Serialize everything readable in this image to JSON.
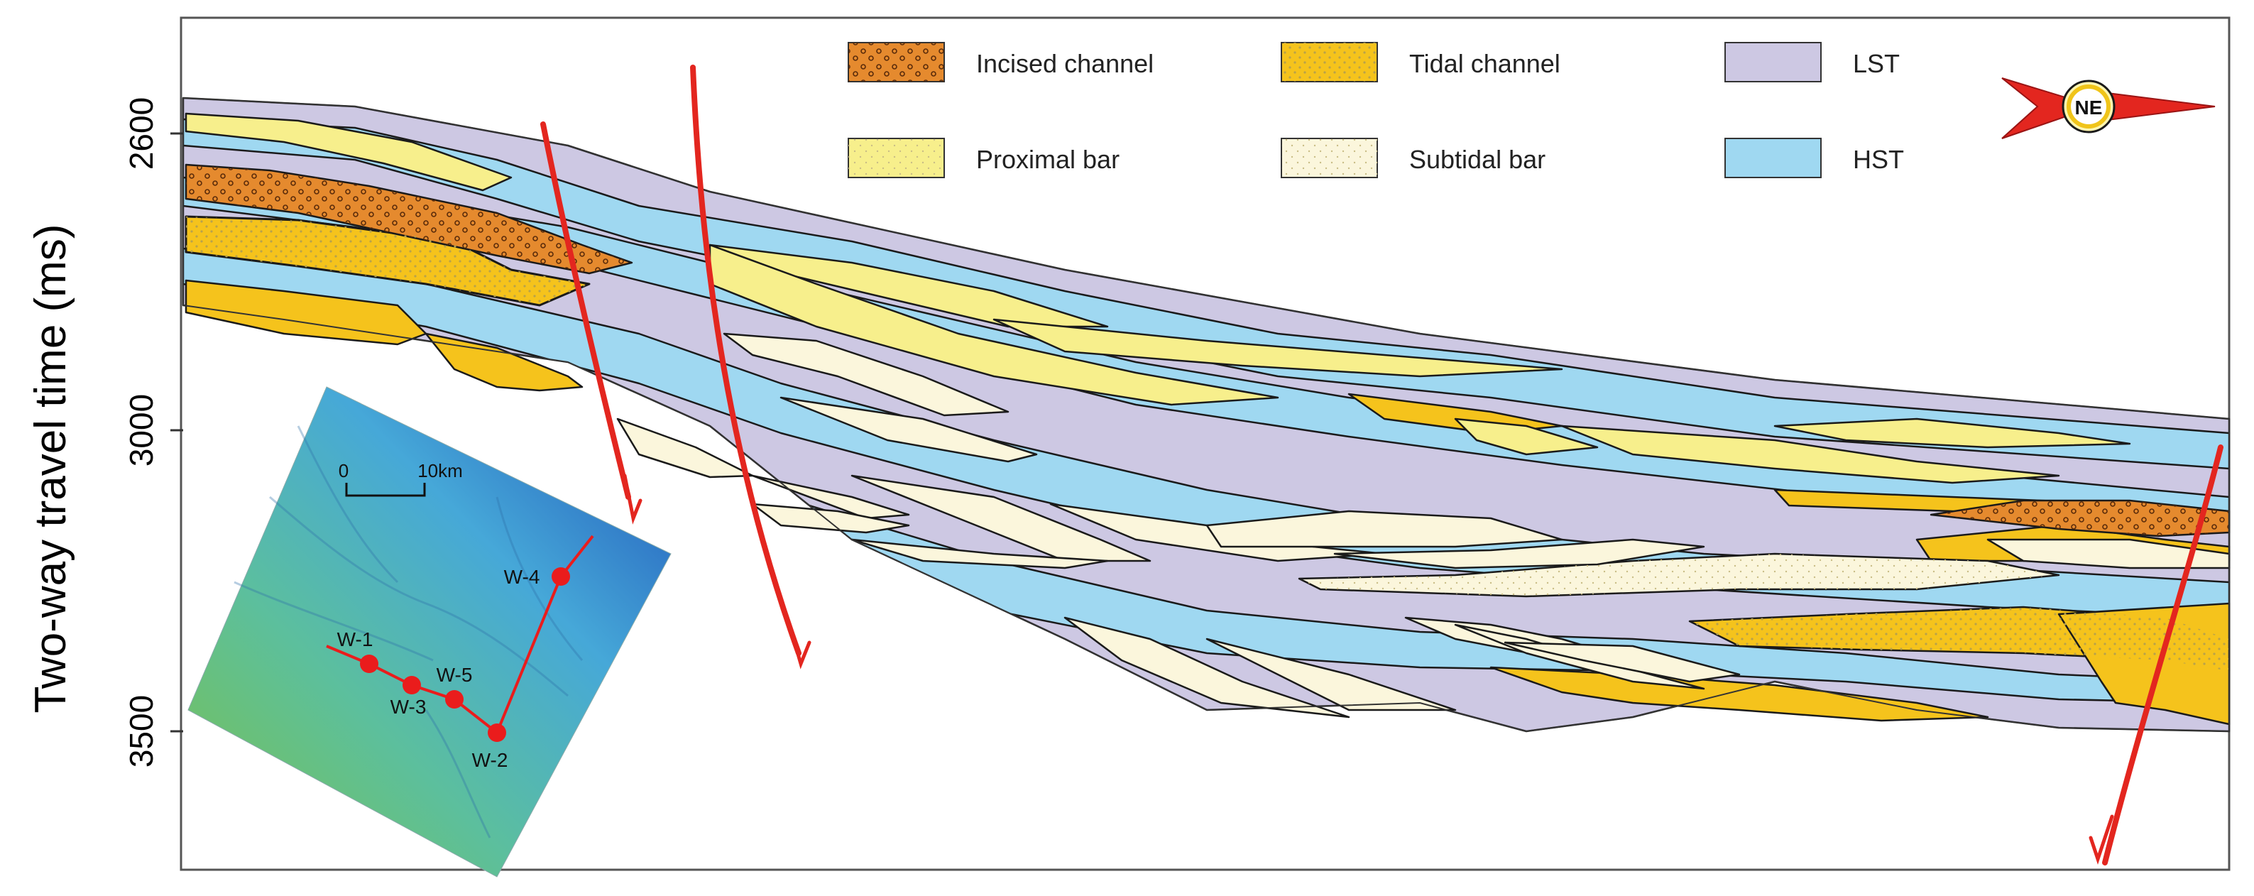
{
  "axis": {
    "ylabel": "Two-way travel time (ms)",
    "ticks": [
      "2600",
      "3000",
      "3500"
    ]
  },
  "legend": [
    {
      "label": "Incised channel",
      "key": "incised"
    },
    {
      "label": "Tidal channel",
      "key": "tidal"
    },
    {
      "label": "LST",
      "key": "lst"
    },
    {
      "label": "Proximal bar",
      "key": "proximal"
    },
    {
      "label": "Subtidal bar",
      "key": "subtidal"
    },
    {
      "label": "HST",
      "key": "hst"
    }
  ],
  "compass": {
    "label": "NE"
  },
  "inset_map": {
    "scale_start": "0",
    "scale_end": "10km",
    "wells": [
      "W-1",
      "W-2",
      "W-3",
      "W-4",
      "W-5"
    ]
  },
  "colors": {
    "lst": "#cdc8e3",
    "hst": "#9fd8f1",
    "tidal": "#f5c31c",
    "proximal": "#f7ef8c",
    "subtidal": "#fbf6dc",
    "incised": "#e58a2e",
    "fault": "#e3261f",
    "well": "#ea1c1c",
    "frame": "#555555"
  }
}
